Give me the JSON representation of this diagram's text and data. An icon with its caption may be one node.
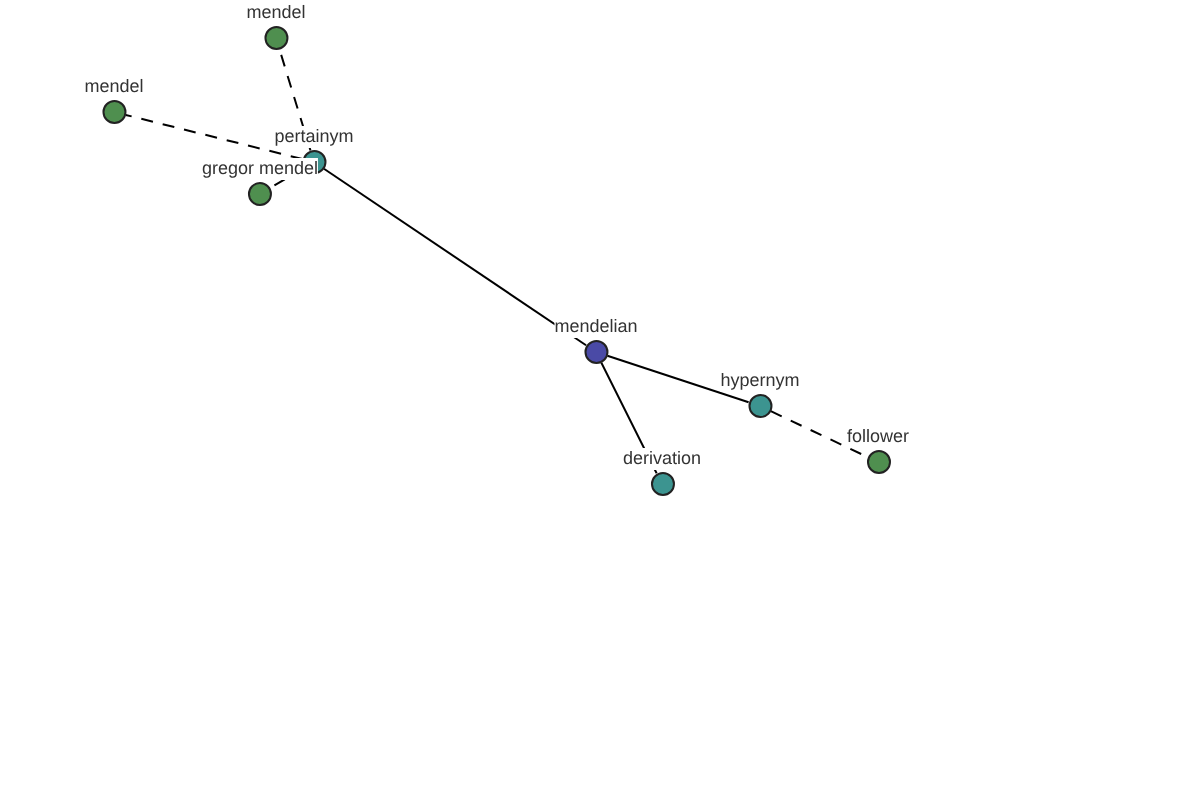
{
  "diagram": {
    "nodes": [
      {
        "text": [
          "mendel"
        ]
      },
      {
        "text": [
          "mendel"
        ]
      },
      {
        "text": [
          "pertainym"
        ]
      },
      {
        "text": [
          "gregor mendel"
        ]
      },
      {
        "text": [
          "mendelian"
        ]
      },
      {
        "text": [
          "hypernym"
        ]
      },
      {
        "text": [
          "follower"
        ]
      },
      {
        "text": [
          "derivation"
        ]
      }
    ],
    "edges": [
      {
        "from": 4,
        "to": 2,
        "arrow": "none"
      },
      {
        "from": 4,
        "to": 5,
        "arrow": "none"
      },
      {
        "from": 4,
        "to": 7,
        "arrow": "none"
      },
      {
        "from": 2,
        "to": 0,
        "arrow": "none",
        "style": "dashed"
      },
      {
        "from": 2,
        "to": 1,
        "arrow": "none",
        "style": "dashed"
      },
      {
        "from": 2,
        "to": 3,
        "arrow": "none",
        "style": "dashed"
      },
      {
        "from": 5,
        "to": 6,
        "arrow": "none",
        "style": "dashed"
      }
    ]
  }
}
